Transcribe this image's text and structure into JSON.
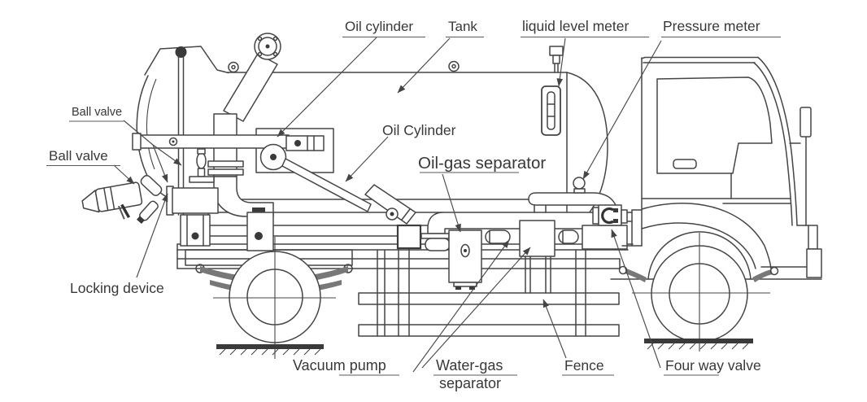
{
  "diagram": {
    "type": "technical-line-drawing",
    "subject": "vacuum sewage suction truck side view with labeled components",
    "background": "#ffffff",
    "line_color": "#454545",
    "labels": {
      "oil_cylinder_top": "Oil cylinder",
      "tank": "Tank",
      "liquid_level_meter": "liquid level meter",
      "pressure_meter": "Pressure meter",
      "ball_valve_upper": "Ball valve",
      "ball_valve_lower": "Ball valve",
      "oil_cylinder_mid": "Oil Cylinder",
      "oil_gas_separator": "Oil-gas separator",
      "locking_device": "Locking device",
      "vacuum_pump": "Vacuum pump",
      "water_gas_separator_line1": "Water-gas",
      "water_gas_separator_line2": "separator",
      "fence": "Fence",
      "four_way_valve": "Four way valve"
    }
  }
}
